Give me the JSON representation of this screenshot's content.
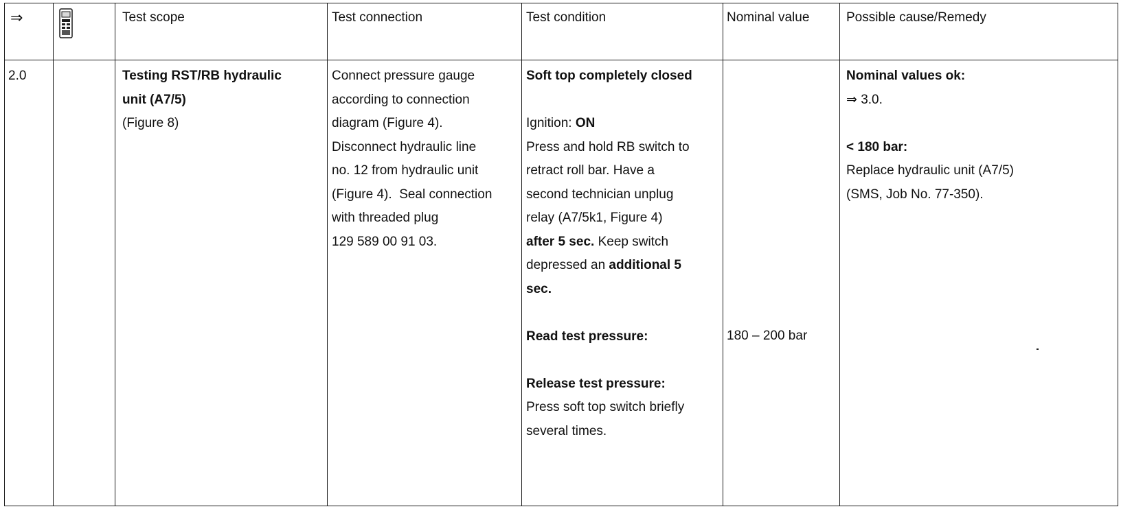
{
  "header": {
    "arrow": "⇒",
    "icon": "tester-device-icon",
    "scope": "Test scope",
    "connection": "Test connection",
    "condition": "Test condition",
    "nominal": "Nominal value",
    "cause": "Possible cause/Remedy"
  },
  "row": {
    "step": "2.0",
    "scope": {
      "line1": "Testing RST/RB hydraulic",
      "line2": "unit (A7/5)",
      "line3": "(Figure 8)"
    },
    "connection": [
      "Connect pressure gauge",
      "according to connection",
      "diagram (Figure 4).",
      "Disconnect hydraulic line",
      "no. 12 from hydraulic unit",
      "(Figure 4).  Seal connection",
      "with threaded plug",
      "129 589 00 91 03."
    ],
    "condition": {
      "soft_top_closed": "Soft top completely closed",
      "ignition_label": "Ignition: ",
      "ignition_value": "ON",
      "press_1": "Press and hold RB switch to",
      "press_2": "retract roll bar. Have a",
      "press_3": "second technician unplug",
      "press_4": "relay (A7/5k1, Figure 4)",
      "after_bold": "after 5 sec.",
      "after_rest": " Keep switch",
      "depressed_text": "depressed an ",
      "additional_bold": "additional 5",
      "sec_bold": "sec.",
      "read_pressure": "Read test pressure:",
      "release_pressure": "Release test pressure:",
      "release_1": "Press soft top switch briefly",
      "release_2": "several times."
    },
    "nominal": "180 – 200 bar",
    "cause": {
      "ok_label": "Nominal values ok:",
      "ok_goto": "⇒ 3.0.",
      "low_label": "< 180 bar:",
      "low_1": "Replace hydraulic unit (A7/5)",
      "low_2": "(SMS, Job No. 77-350)."
    }
  }
}
